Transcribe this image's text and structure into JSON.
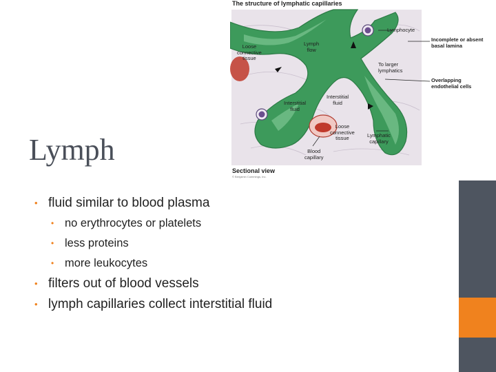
{
  "slide": {
    "title": "Lymph",
    "bullets": [
      {
        "text": "fluid similar to blood plasma",
        "level": 1
      },
      {
        "text": "no erythrocytes or platelets",
        "level": 2
      },
      {
        "text": "less proteins",
        "level": 2
      },
      {
        "text": "more leukocytes",
        "level": 2
      },
      {
        "text": "filters out of blood vessels",
        "level": 1
      },
      {
        "text": "lymph capillaries collect interstitial fluid",
        "level": 1
      }
    ],
    "bullet_glyph": "•",
    "accent_colors": {
      "gray": "#4e5560",
      "orange": "#f0821e"
    }
  },
  "figure": {
    "title": "The structure of lymphatic capillaries",
    "caption": "Sectional view",
    "credit": "© Benjamin Cummings, Inc.",
    "labels": {
      "loose_ct_top": "Loose\nconnective\ntissue",
      "lymph_flow": "Lymph\nflow",
      "lymphocyte": "Lymphocyte",
      "incomplete_lamina": "Incomplete or absent\nbasal lamina",
      "larger_lymphatics": "To larger\nlymphatics",
      "overlapping_cells": "Overlapping\nendothelial cells",
      "interstitial_fluid_1": "Interstitial\nfluid",
      "interstitial_fluid_2": "Interstitial\nfluid",
      "loose_ct_bottom": "Loose\nconnective\ntissue",
      "lymphatic_capillary": "Lymphatic\ncapillary",
      "blood_capillary": "Blood\ncapillary"
    },
    "colors": {
      "tissue": "#e9e3ea",
      "capillary": "#3d9a5b",
      "capillary_light": "#7cc592",
      "blood": "#c0392b"
    }
  }
}
